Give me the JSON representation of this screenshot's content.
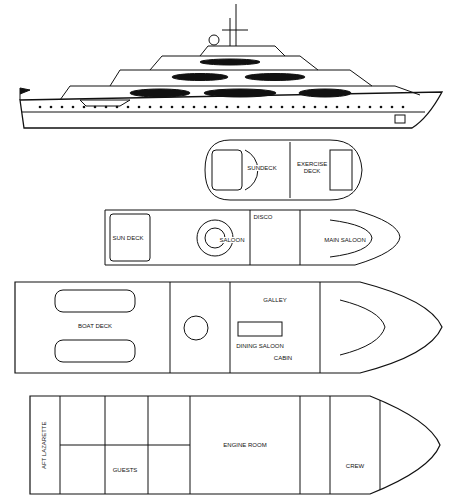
{
  "diagram": {
    "labels": [
      "SUNDECK",
      "EXERCISE DECK",
      "SUN DECK",
      "DISCO",
      "SALOON",
      "MAIN SALOON",
      "BOAT DECK",
      "GALLEY",
      "DINING SALOON",
      "CABIN",
      "AFT LAZARETTE",
      "GUESTS",
      "ENGINE ROOM",
      "CREW"
    ]
  }
}
